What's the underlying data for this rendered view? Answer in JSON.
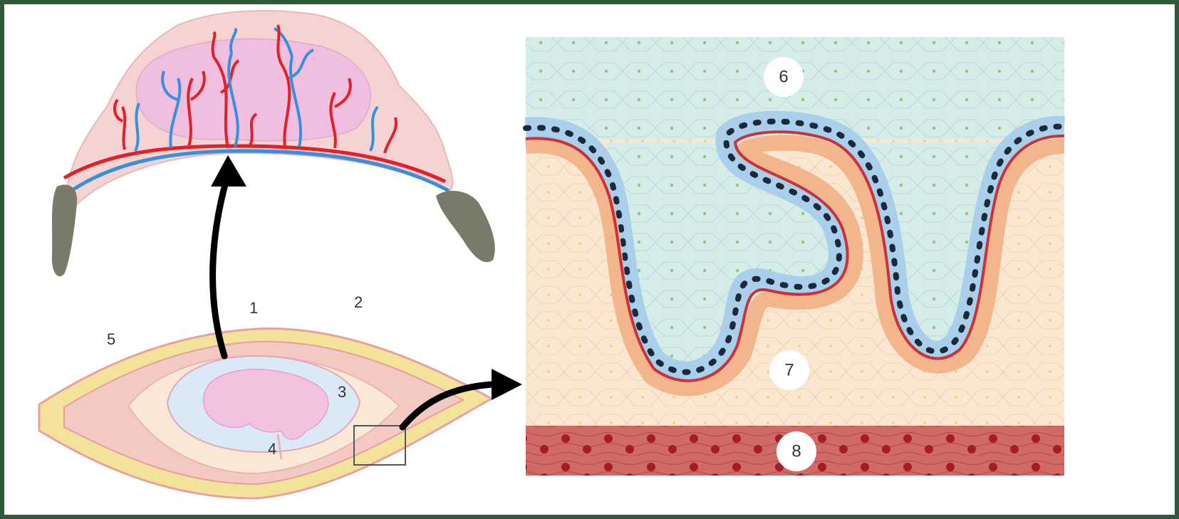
{
  "labels": {
    "l1": "1",
    "l2": "2",
    "l3": "3",
    "l4": "4",
    "l5": "5",
    "l6": "6",
    "l7": "7",
    "l8": "8"
  },
  "colors": {
    "frame_border": "#2f5a3a",
    "artery": "#e0202a",
    "vein": "#3a8fdc",
    "epithelium_cell": "#a9cfea",
    "stroma": "#fbe6cc",
    "lumen": "#d3ebe8",
    "muscle": "#c95658",
    "allantochorion": "#f4c9c4",
    "yellow_layer": "#f3e39a",
    "hoof": "#7a7a6a"
  },
  "icons": {
    "arrow_up": "curved-arrow-icon",
    "arrow_right": "curved-arrow-icon"
  }
}
